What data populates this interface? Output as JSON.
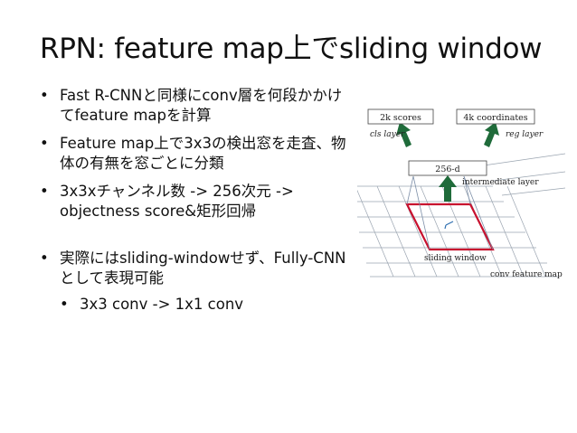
{
  "title": "RPN: feature map上でsliding window",
  "bullets": [
    {
      "text": "Fast R-CNNと同様にconv層を何段かかけてfeature mapを計算"
    },
    {
      "text": "Feature map上で3x3の検出窓を走査、物体の有無を窓ごとに分類"
    },
    {
      "text": "3x3xチャンネル数 -> 256次元 -> objectness score&矩形回帰"
    },
    {
      "text": "実際にはsliding-windowせず、Fully-CNNとして表現可能"
    }
  ],
  "sub_bullets": [
    {
      "text": "3x3 conv -> 1x1 conv"
    }
  ],
  "diagram": {
    "scores_label": "2k scores",
    "coords_label": "4k coordinates",
    "cls_layer": "cls layer",
    "reg_layer": "reg layer",
    "dim_label": "256-d",
    "intermediate_layer": "intermediate layer",
    "sliding_window": "sliding window",
    "feature_map": "conv feature map",
    "arrow_color": "#1f6b3a",
    "window_color": "#c8102e"
  }
}
